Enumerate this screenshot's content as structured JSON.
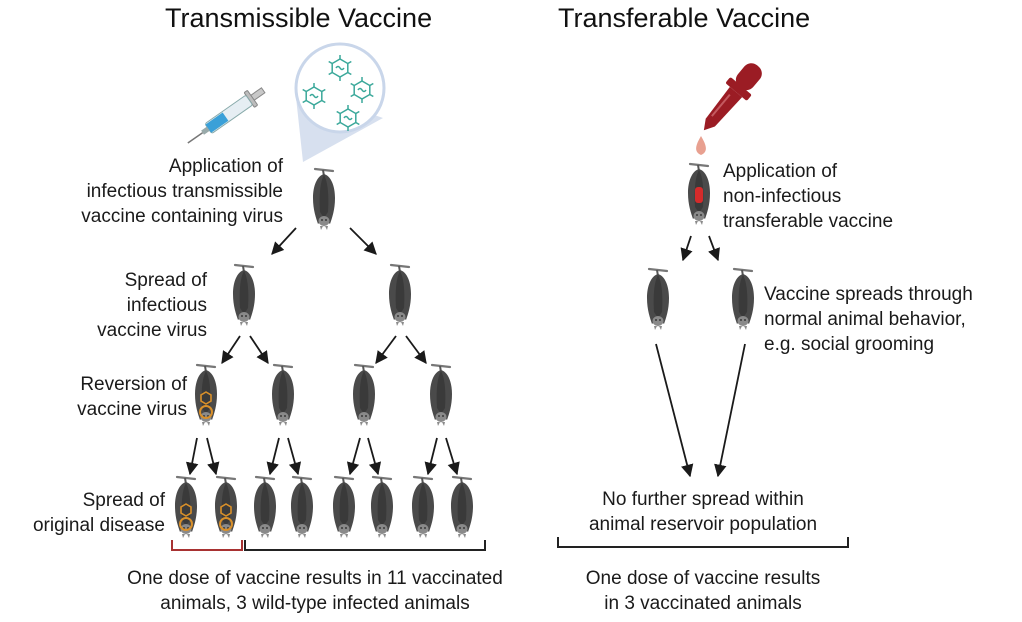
{
  "left_panel": {
    "title": "Transmissible Vaccine",
    "application_label": "Application of\ninfectious transmissible\nvaccine containing virus",
    "spread_vaccine_label": "Spread of\ninfectious\nvaccine virus",
    "reversion_label": "Reversion of\nvaccine virus",
    "spread_disease_label": "Spread of\noriginal disease",
    "result_text": "One dose of vaccine results in 11 vaccinated\nanimals, 3 wild-type infected animals"
  },
  "right_panel": {
    "title": "Transferable Vaccine",
    "application_label": "Application of\nnon-infectious\ntransferable vaccine",
    "behavior_label": "Vaccine spreads through\nnormal animal behavior,\ne.g. social grooming",
    "no_spread_label": "No further spread within\nanimal reservoir population",
    "result_text": "One dose of vaccine results\nin 3 vaccinated animals"
  },
  "colors": {
    "bat_body": "#4a4a4a",
    "bat_wing": "#3a3a3a",
    "bat_face": "#8a8a8a",
    "reverted_infection": "#d9902a",
    "dropper": "#9b1c24",
    "vaccine_band": "#d42b2b",
    "syringe_liquid": "#3aa0d8",
    "virus_stroke": "#3aa89a",
    "bracket_infected": "#a83232",
    "bracket_vaccinated": "#222222",
    "arrow": "#1a1a1a"
  },
  "icons": [
    "syringe-icon",
    "virus-particle-icon",
    "dropper-icon",
    "hanging-bat-icon"
  ]
}
